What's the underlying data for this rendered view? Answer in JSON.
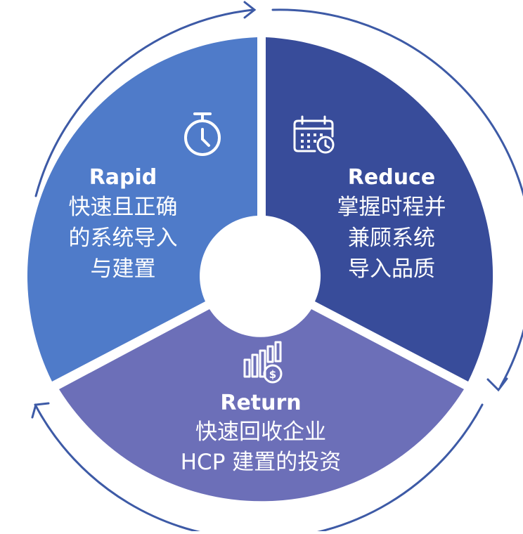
{
  "colors": {
    "segment_left": "#4F7BC9",
    "segment_right": "#384C9A",
    "segment_bottom": "#6C6FB8",
    "ring": "#3D5AA6",
    "text": "#FFFFFF",
    "background": "#FFFFFF"
  },
  "segments": {
    "left": {
      "title": "Rapid",
      "line1": "快速且正确",
      "line2": "的系统导入",
      "line3": "与建置",
      "icon": "stopwatch-icon"
    },
    "right": {
      "title": "Reduce",
      "line1": "掌握时程并",
      "line2": "兼顾系统",
      "line3": "导入品质",
      "icon": "calendar-clock-icon"
    },
    "bottom": {
      "title": "Return",
      "line1": "快速回收企业",
      "line2": "HCP 建置的投资",
      "icon": "bar-chart-dollar-icon"
    }
  }
}
